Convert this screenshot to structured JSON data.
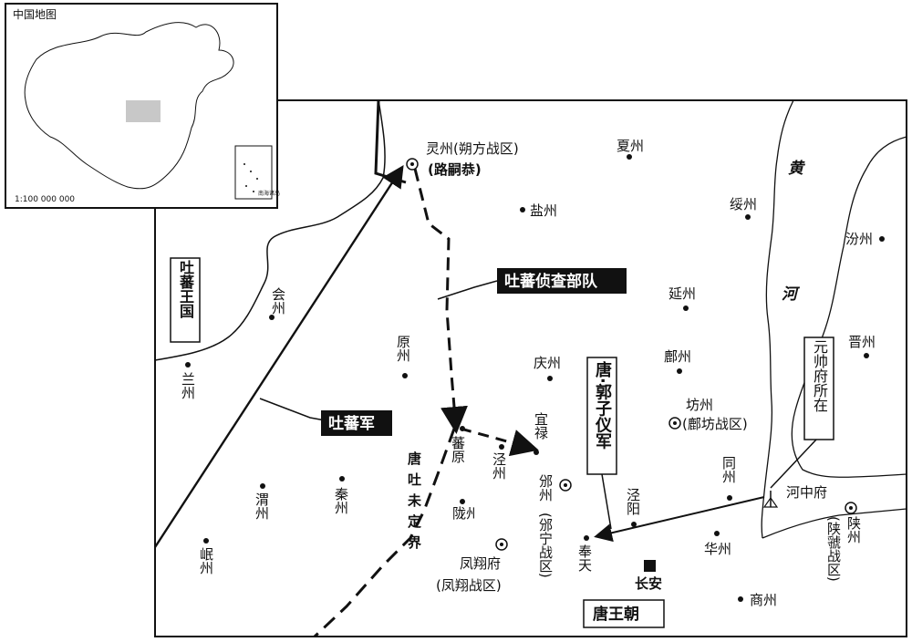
{
  "inset": {
    "title": "中国地图",
    "scale": "1:100 000 000",
    "nanhai": "南海诸岛"
  },
  "places": {
    "lingzhou": "灵州(朔方战区)",
    "lusigong": "(路嗣恭)",
    "xiazhou": "夏州",
    "yanzhou": "盐州",
    "suizhou": "绥州",
    "fenzhou": "汾州",
    "huizhou": "会州",
    "lanzhou": "兰州",
    "yuanzhou": "原州",
    "qingzhou": "庆州",
    "yanzhou2": "延州",
    "fuzhou": "鄜州",
    "fangzhou": "坊州",
    "fufang": "(鄜坊战区)",
    "jinzhou": "晋州",
    "yilu": "宜禄",
    "fanyuan": "蕃原",
    "jingzhou": "泾州",
    "binzhou": "邠州",
    "binning": "(邠宁战区)",
    "weizhou": "渭州",
    "qinzhou": "秦州",
    "longzhou": "陇州",
    "fengxiang": "凤翔府",
    "fengxiang_zone": "(凤翔战区)",
    "jingyang": "泾阳",
    "fengtian": "奉天",
    "changan": "长安",
    "tongzhou": "同州",
    "hezhong": "河中府",
    "huazhou": "华州",
    "shanzhou": "陕州",
    "shanguo": "(陕虢战区)",
    "shangzhou": "商州",
    "minzhou": "岷州",
    "border": "唐吐未定界"
  },
  "rivers": {
    "huang": "黄",
    "he": "河"
  },
  "labels": {
    "tubo_kingdom": "吐蕃王国",
    "tubo_scouts": "吐蕃侦查部队",
    "tubo_army": "吐蕃军",
    "guo_ziyi": "唐·郭子仪军",
    "yuanshuai": "元帅府所在",
    "tang_dynasty": "唐王朝"
  },
  "colors": {
    "ink": "#111111",
    "label_box": "#111111",
    "highlight": "#c8c8c8"
  }
}
